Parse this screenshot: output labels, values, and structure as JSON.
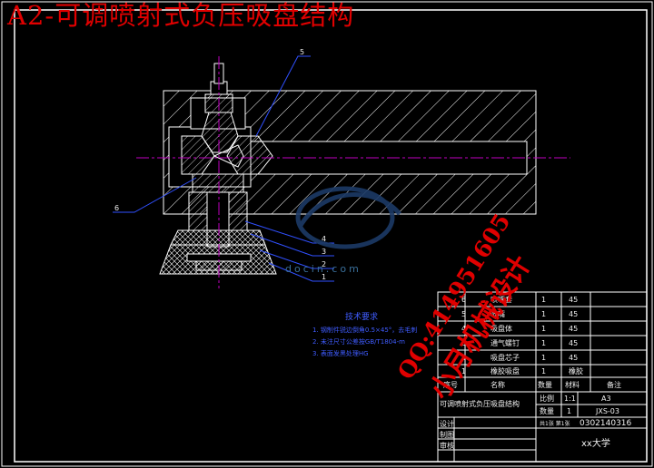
{
  "drawing": {
    "title": "A2-可调喷射式负压吸盘结构",
    "balloons": [
      "5",
      "6",
      "4",
      "3",
      "2",
      "1"
    ],
    "technical_requirements": {
      "title": "技术要求",
      "items": [
        "1. 钢制件锐边倒角0.5×45°，去毛刺",
        "2. 未注尺寸公差按GB/T1804-m",
        "3. 表面发黑处理HG"
      ]
    },
    "watermark_logo": "docin.com",
    "watermark_qq": "QQ:414951605",
    "watermark_shop": "小月机械设计",
    "colors": {
      "hatch": "#ffffff",
      "center_line": "#c000c0",
      "leader": "#0000ff",
      "title_red": "#e00000"
    }
  },
  "parts_list": {
    "headers": [
      "序号",
      "名称",
      "数量",
      "材料",
      "备注"
    ],
    "rows": [
      {
        "no": "6",
        "name": "喷嘴套",
        "qty": "1",
        "material": "45"
      },
      {
        "no": "5",
        "name": "喷嘴",
        "qty": "1",
        "material": "45"
      },
      {
        "no": "4",
        "name": "吸盘体",
        "qty": "1",
        "material": "45"
      },
      {
        "no": "3",
        "name": "通气螺钉",
        "qty": "1",
        "material": "45"
      },
      {
        "no": "2",
        "name": "吸盘芯子",
        "qty": "1",
        "material": "45"
      },
      {
        "no": "1",
        "name": "橡胶吸盘",
        "qty": "1",
        "material": "橡胶"
      }
    ]
  },
  "title_block": {
    "name": "可调喷射式负压吸盘结构",
    "scale_label": "比例",
    "scale": "1:1",
    "sheet_size": "A3",
    "qty_label": "数量",
    "qty": "1",
    "drawing_no": "JXS-03",
    "small_note": "共1张 第1张",
    "student_id": "0302140316",
    "design_label": "设计",
    "drawing_label": "制图",
    "check_label": "审核",
    "school": "xx大学"
  }
}
